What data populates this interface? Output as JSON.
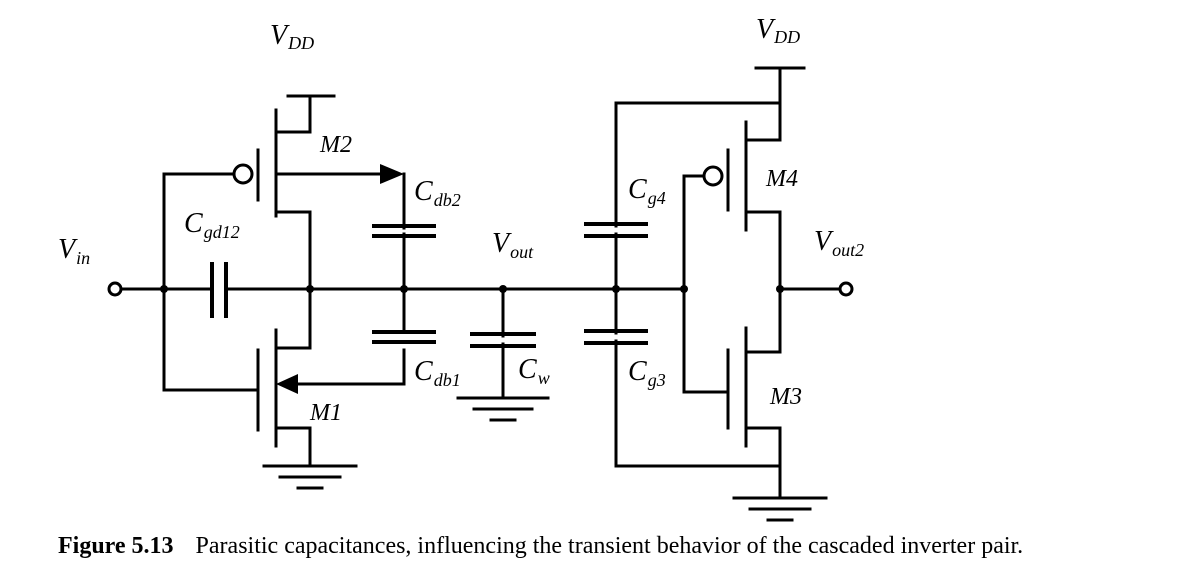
{
  "labels": {
    "vdd_left": {
      "main": "V",
      "sub": "DD"
    },
    "vdd_right": {
      "main": "V",
      "sub": "DD"
    },
    "vin": {
      "main": "V",
      "sub": "in"
    },
    "vout": {
      "main": "V",
      "sub": "out"
    },
    "vout2": {
      "main": "V",
      "sub": "out2"
    },
    "cgd12": {
      "main": "C",
      "sub": "gd12"
    },
    "cdb2": {
      "main": "C",
      "sub": "db2"
    },
    "cdb1": {
      "main": "C",
      "sub": "db1"
    },
    "cw": {
      "main": "C",
      "sub": "w"
    },
    "cg4": {
      "main": "C",
      "sub": "g4"
    },
    "cg3": {
      "main": "C",
      "sub": "g3"
    },
    "m1": "M1",
    "m2": "M2",
    "m3": "M3",
    "m4": "M4"
  },
  "caption": {
    "number": "Figure 5.13",
    "text": "Parasitic capacitances, influencing the transient behavior of the cascaded inverter pair."
  }
}
